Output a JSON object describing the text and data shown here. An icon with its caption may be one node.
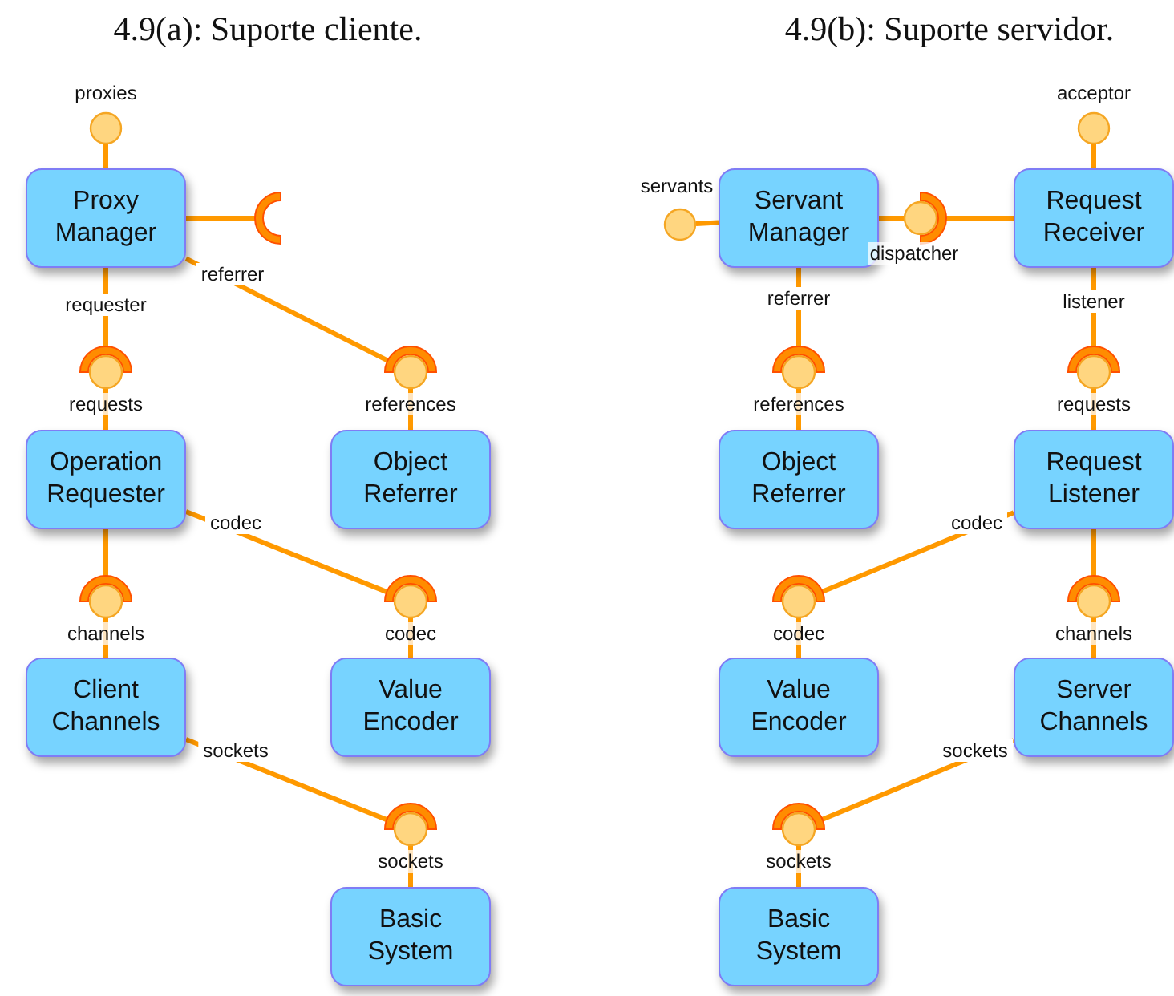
{
  "diagram": {
    "nodes": [
      {
        "text": [],
        "shape": "circle",
        "beside": [
          "proxies"
        ]
      },
      {
        "text": [
          "Proxy Manager"
        ]
      },
      {
        "text": [],
        "shape": "socket"
      },
      {
        "text": [],
        "shape": "ball-and-socket",
        "beside": [
          "requests"
        ]
      },
      {
        "text": [],
        "shape": "ball-and-socket",
        "beside": [
          "references"
        ]
      },
      {
        "text": [
          "Operation Requester"
        ]
      },
      {
        "text": [
          "Object Referrer"
        ]
      },
      {
        "text": [],
        "shape": "ball-and-socket",
        "beside": [
          "channels"
        ]
      },
      {
        "text": [],
        "shape": "ball-and-socket",
        "beside": [
          "codec"
        ]
      },
      {
        "text": [
          "Client Channels"
        ]
      },
      {
        "text": [
          "Value Encoder"
        ]
      },
      {
        "text": [],
        "shape": "ball-and-socket",
        "beside": [
          "sockets"
        ]
      },
      {
        "text": [
          "Basic System"
        ]
      },
      {
        "text": [],
        "shape": "circle",
        "beside": [
          "acceptor"
        ]
      },
      {
        "text": [],
        "shape": "circle",
        "beside": [
          "servants"
        ]
      },
      {
        "text": [
          "Servant Manager"
        ]
      },
      {
        "text": [],
        "shape": "ball-and-socket",
        "beside": [
          "dispatcher"
        ]
      },
      {
        "text": [
          "Request Receiver"
        ]
      },
      {
        "text": [],
        "shape": "ball-and-socket",
        "beside": [
          "references"
        ]
      },
      {
        "text": [],
        "shape": "ball-and-socket",
        "beside": [
          "requests"
        ]
      },
      {
        "text": [
          "Object Referrer"
        ]
      },
      {
        "text": [
          "Request Listener"
        ]
      },
      {
        "text": [],
        "shape": "ball-and-socket",
        "beside": [
          "codec"
        ]
      },
      {
        "text": [],
        "shape": "ball-and-socket",
        "beside": [
          "channels"
        ]
      },
      {
        "text": [
          "Value Encoder"
        ]
      },
      {
        "text": [
          "Server Channels"
        ]
      },
      {
        "text": [],
        "shape": "ball-and-socket",
        "beside": [
          "sockets"
        ]
      },
      {
        "text": [
          "Basic System"
        ]
      }
    ],
    "edges": [
      {
        "from": 0,
        "to": 1,
        "arrow": "none"
      },
      {
        "from": 1,
        "to": 2,
        "arrow": "none"
      },
      {
        "from": 1,
        "to": 3,
        "arrow": "none",
        "label": "requester"
      },
      {
        "from": 5,
        "to": 3,
        "arrow": "none"
      },
      {
        "from": 1,
        "to": 4,
        "arrow": "none",
        "label": "referrer"
      },
      {
        "from": 6,
        "to": 4,
        "arrow": "none"
      },
      {
        "from": 5,
        "to": 8,
        "arrow": "none",
        "label": "codec"
      },
      {
        "from": 5,
        "to": 7,
        "arrow": "none"
      },
      {
        "from": 9,
        "to": 7,
        "arrow": "none"
      },
      {
        "from": 10,
        "to": 8,
        "arrow": "none"
      },
      {
        "from": 9,
        "to": 11,
        "arrow": "none",
        "label": "sockets"
      },
      {
        "from": 12,
        "to": 11,
        "arrow": "none"
      },
      {
        "from": 13,
        "to": 17,
        "arrow": "none"
      },
      {
        "from": 14,
        "to": 15,
        "arrow": "none"
      },
      {
        "from": 15,
        "to": 16,
        "arrow": "none"
      },
      {
        "from": 17,
        "to": 16,
        "arrow": "none"
      },
      {
        "from": 15,
        "to": 18,
        "arrow": "none",
        "label": "referrer"
      },
      {
        "from": 20,
        "to": 18,
        "arrow": "none"
      },
      {
        "from": 17,
        "to": 19,
        "arrow": "none",
        "label": "listener"
      },
      {
        "from": 21,
        "to": 19,
        "arrow": "none"
      },
      {
        "from": 21,
        "to": 22,
        "arrow": "none",
        "label": "codec"
      },
      {
        "from": 24,
        "to": 22,
        "arrow": "none"
      },
      {
        "from": 21,
        "to": 23,
        "arrow": "none"
      },
      {
        "from": 25,
        "to": 23,
        "arrow": "none"
      },
      {
        "from": 25,
        "to": 26,
        "arrow": "none",
        "label": "sockets"
      },
      {
        "from": 27,
        "to": 26,
        "arrow": "none"
      }
    ],
    "labels": [
      "4.9(a): Suporte cliente.",
      "4.9(b): Suporte servidor."
    ]
  }
}
